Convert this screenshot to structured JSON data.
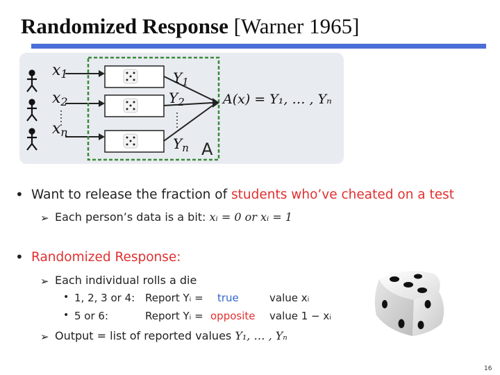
{
  "title": {
    "main": "Randomized Response",
    "citation": "[Warner 1965]"
  },
  "diagram": {
    "inputs": [
      "x",
      "x",
      "x"
    ],
    "input_subs": [
      "1",
      "2",
      "n"
    ],
    "outputs": [
      "Y",
      "Y",
      "Y"
    ],
    "output_subs": [
      "1",
      "2",
      "n"
    ],
    "algorithm_label": "A",
    "formula": "A(x) = Y₁, … , Yₙ"
  },
  "bullets": {
    "b1_prefix": "Want to release the fraction of ",
    "b1_highlight": "students who’ve cheated on a test",
    "b1_sub": "Each person’s data is a bit: ",
    "b1_sub_math": "xᵢ = 0 or xᵢ = 1",
    "b2": "Randomized Response:",
    "b2_sub1": "Each individual rolls a die",
    "row1_label": "1, 2, 3 or 4:",
    "row1_report": "Report Yᵢ =",
    "row1_value_word": "true",
    "row1_value": "value xᵢ",
    "row2_label": "5 or 6:",
    "row2_report": "Report Yᵢ =",
    "row2_value_word": "opposite",
    "row2_value": "value 1 − xᵢ",
    "b2_sub2_prefix": "Output = list of reported values ",
    "b2_sub2_math": "Y₁, … , Yₙ"
  },
  "page_number": "16"
}
